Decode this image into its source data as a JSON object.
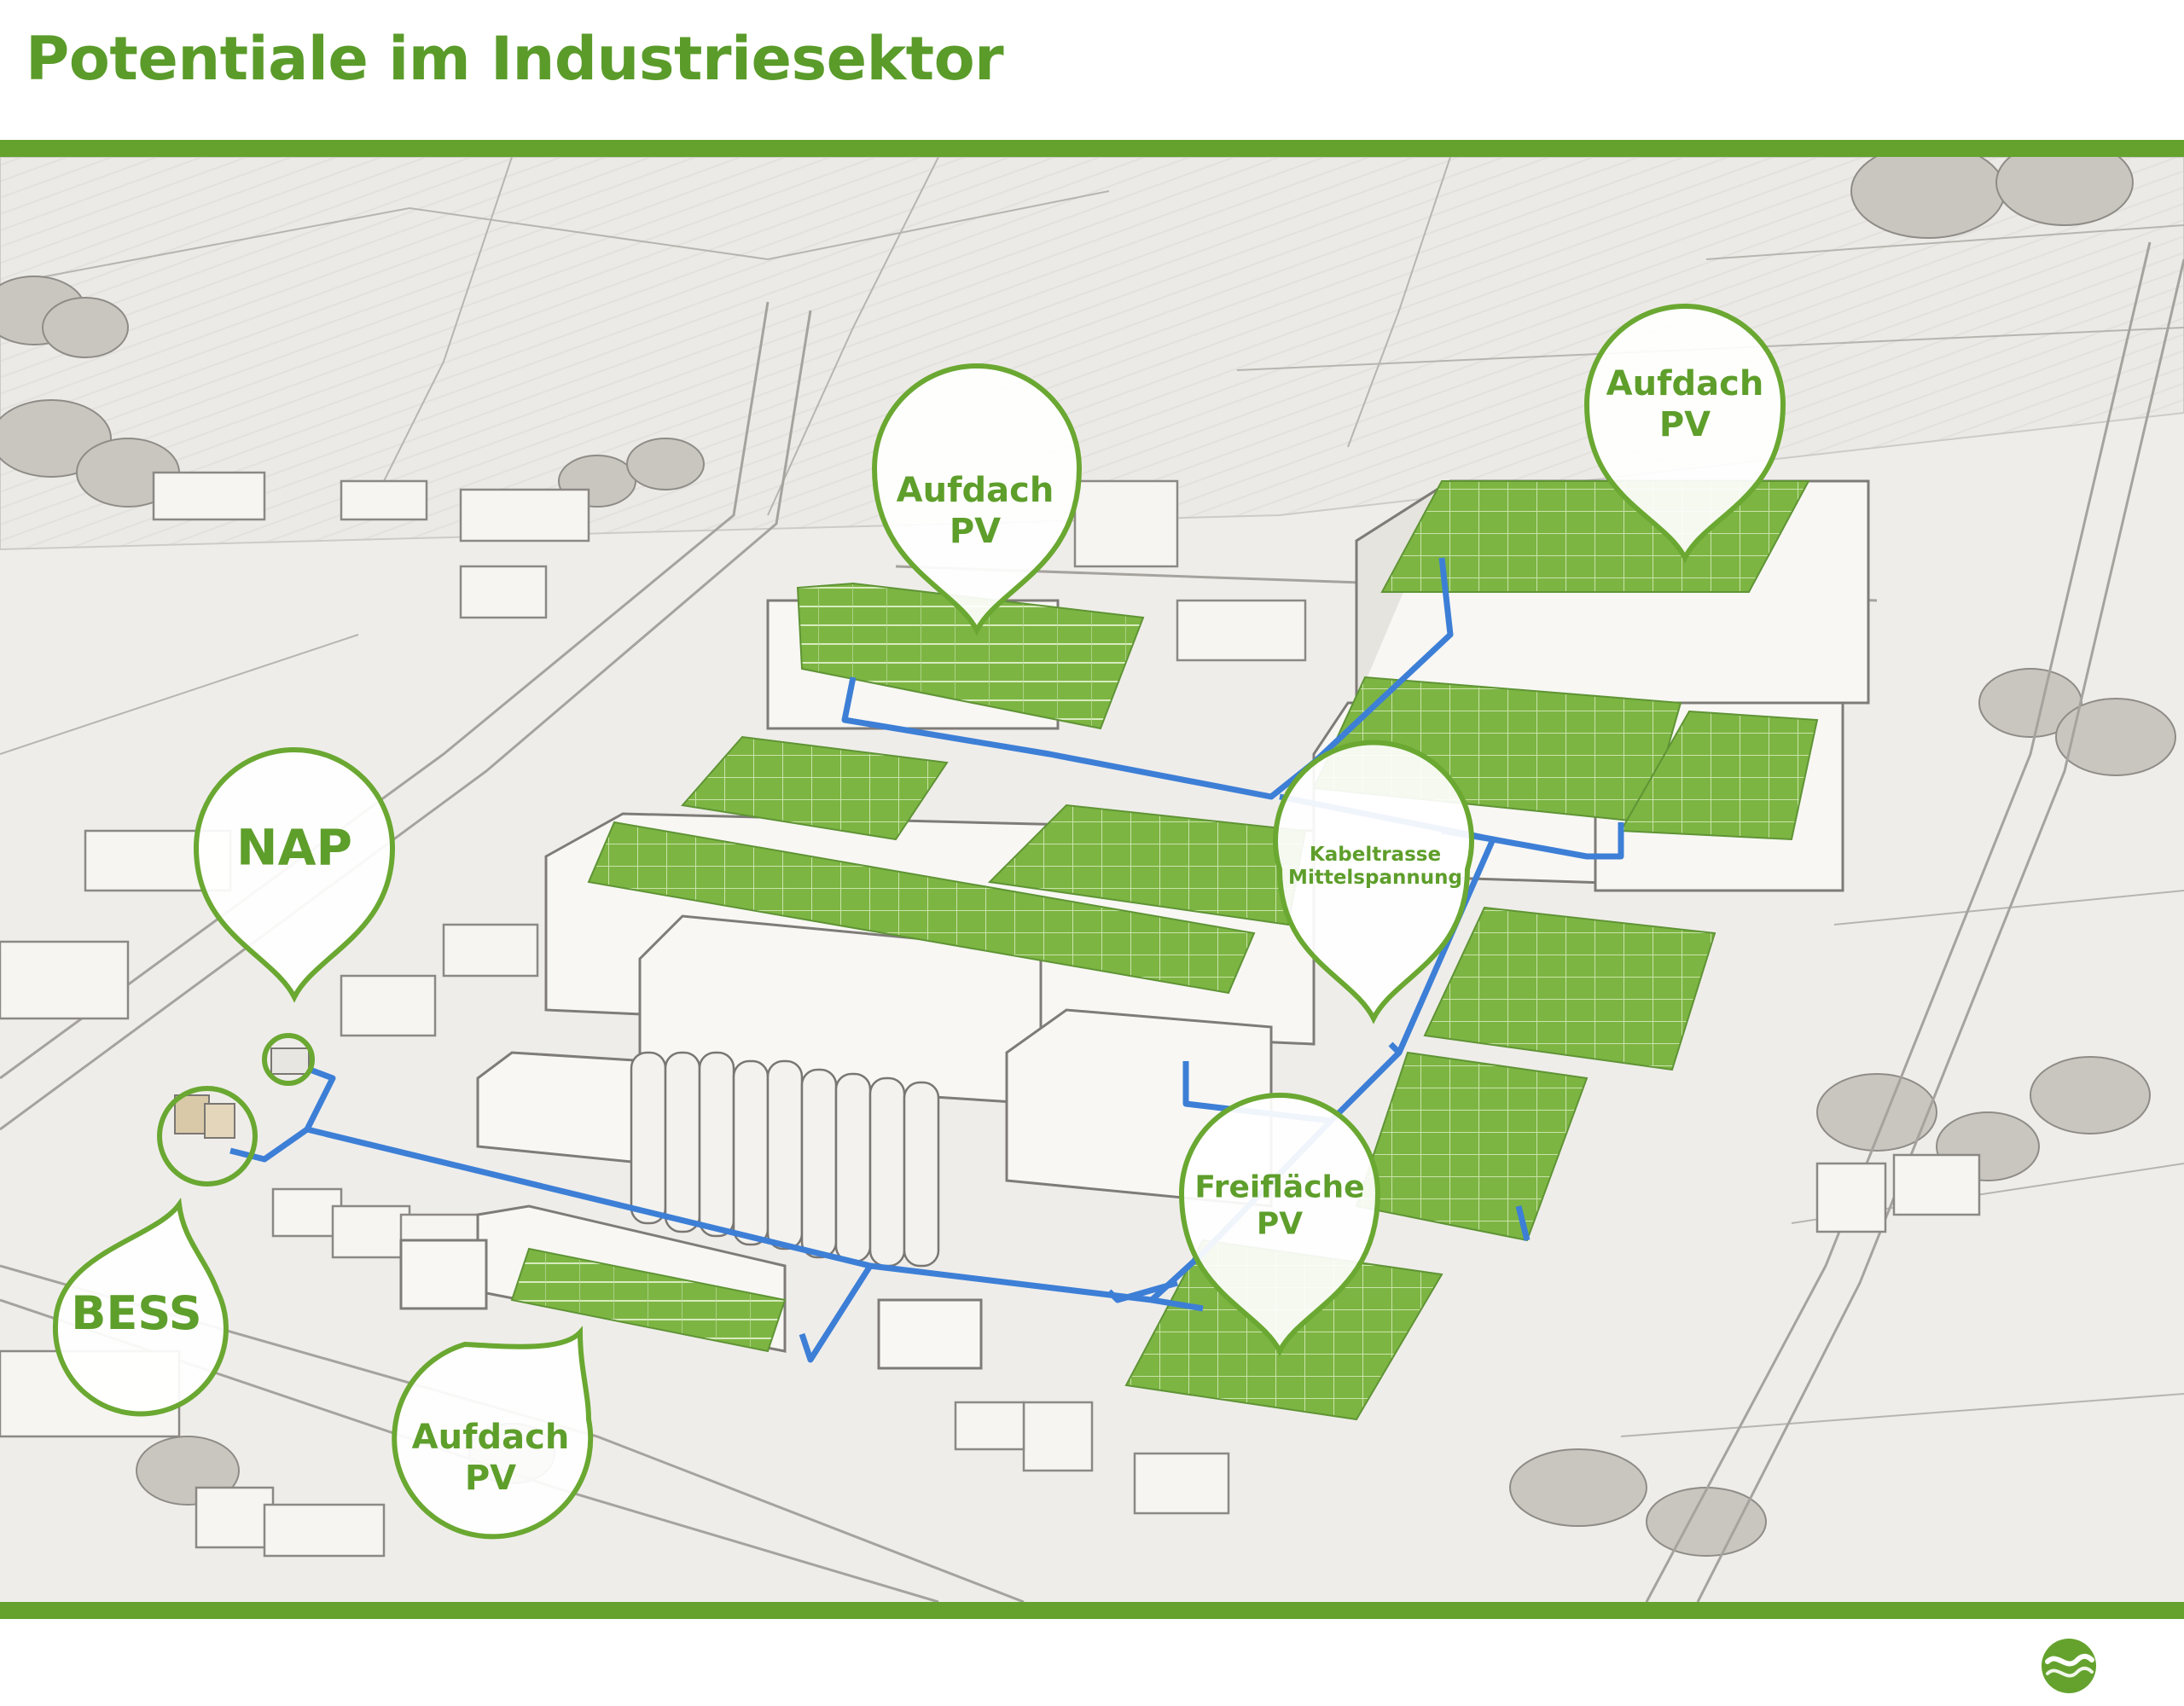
{
  "page": {
    "title": "Potentiale im Industriesektor"
  },
  "colors": {
    "brand_green": "#64a22d",
    "pv_green": "#7db543",
    "cable_blue": "#3d7fd6",
    "sketch_gray": "#9a9894",
    "bubble_stroke": "#6aa832"
  },
  "callouts": [
    {
      "id": "aufdach-pv-top-right",
      "line1": "Aufdach",
      "line2": "PV"
    },
    {
      "id": "aufdach-pv-center",
      "line1": "Aufdach",
      "line2": "PV"
    },
    {
      "id": "nap",
      "line1": "NAP",
      "line2": ""
    },
    {
      "id": "kabeltrasse",
      "line1": "Kabeltrasse",
      "line2": "Mittelspannung"
    },
    {
      "id": "freiflaeche-pv",
      "line1": "Freifläche",
      "line2": "PV"
    },
    {
      "id": "bess",
      "line1": "BESS",
      "line2": ""
    },
    {
      "id": "aufdach-pv-bottom",
      "line1": "Aufdach",
      "line2": "PV"
    }
  ],
  "logo": {
    "icon": "wave-logo-icon"
  }
}
